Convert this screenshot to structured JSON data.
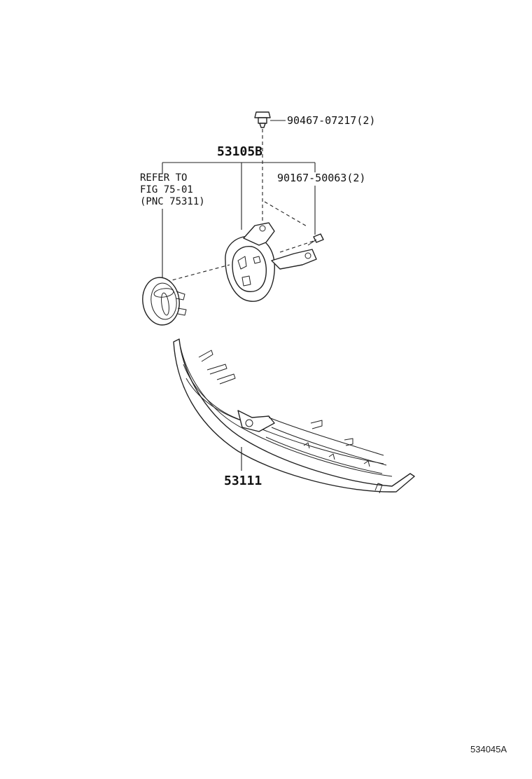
{
  "parts": {
    "bolt_top": "90467-07217(2)",
    "bracket": "53105B",
    "bolt_side": "90167-50063(2)",
    "grille": "53111"
  },
  "reference_note": {
    "line1": "REFER TO",
    "line2": "FIG 75-01",
    "line3": "(PNC 75311)"
  },
  "diagram_id": "534045A"
}
